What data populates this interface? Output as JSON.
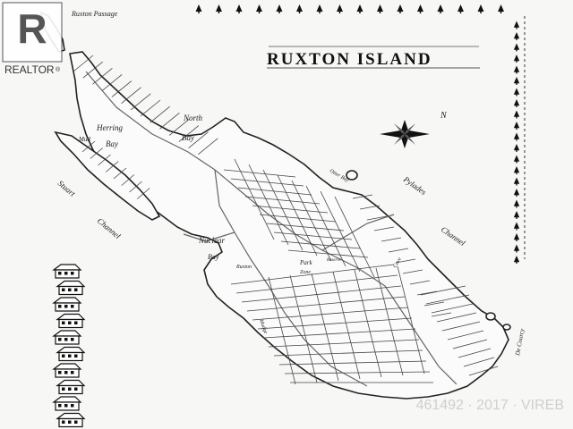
{
  "map": {
    "title": "RUXTON ISLAND",
    "top_label": "Ruxton Passage",
    "compass_letter": "N",
    "labels": [
      {
        "id": "north-bay-north",
        "text": "North"
      },
      {
        "id": "north-bay-bay",
        "text": "Bay"
      },
      {
        "id": "herring",
        "text": "Herring"
      },
      {
        "id": "herring-bay",
        "text": "Bay"
      },
      {
        "id": "mud",
        "text": "Mud"
      },
      {
        "id": "stuart",
        "text": "Stuart"
      },
      {
        "id": "channel-left",
        "text": "Channel"
      },
      {
        "id": "nuclear",
        "text": "Nuclear"
      },
      {
        "id": "nuclear-bay",
        "text": "Bay"
      },
      {
        "id": "pylades",
        "text": "Pylades"
      },
      {
        "id": "channel-right",
        "text": "Channel"
      },
      {
        "id": "otter",
        "text": "Otter Bay"
      },
      {
        "id": "park",
        "text": "Park"
      },
      {
        "id": "zone",
        "text": "Zone"
      },
      {
        "id": "reserve",
        "text": "Reserve"
      },
      {
        "id": "mudge",
        "text": "Mudge"
      },
      {
        "id": "ruxton-rd",
        "text": "Ruxton"
      },
      {
        "id": "cove",
        "text": "Cove"
      },
      {
        "id": "gabriola",
        "text": "De Courcy"
      }
    ],
    "house_count": 10
  },
  "branding": {
    "logo_text": "REALTOR",
    "logo_mark": "®",
    "watermark": "461492 · 2017 · VIREB"
  }
}
